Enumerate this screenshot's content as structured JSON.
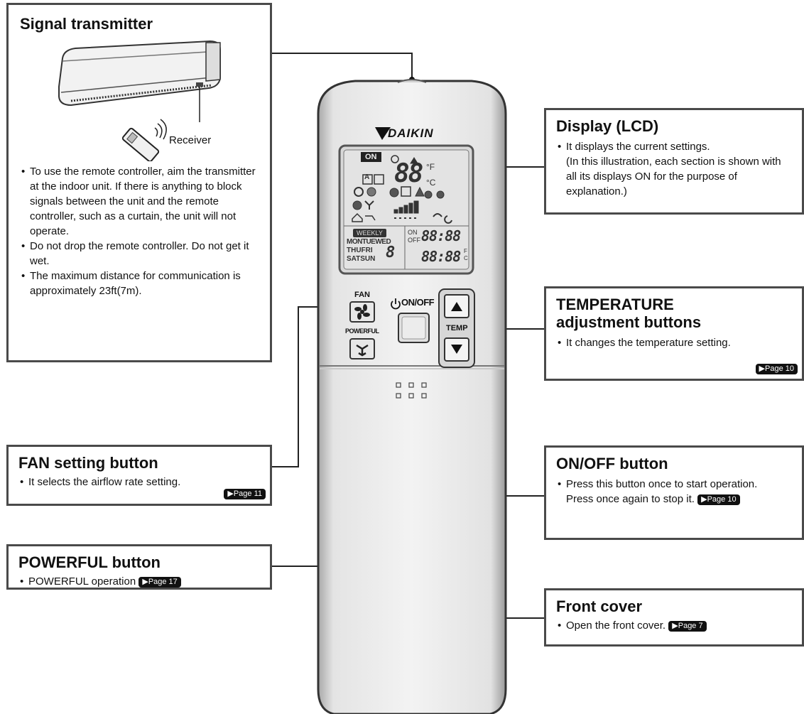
{
  "remote": {
    "brand": "DAIKIN",
    "lcd": {
      "on_tag": "ON",
      "temp": "88",
      "unit_f": "°F",
      "unit_c": "°C",
      "weekly": "WEEKLY",
      "days_row1": "MONTUEWED",
      "days_row2": "THUFRI",
      "days_row3": "SATSUN",
      "day_digit": "8",
      "on_small": "ON",
      "off_small": "OFF",
      "time1": "88:88",
      "time2": "88:88",
      "unit_f2": "F",
      "unit_c2": "C",
      "a_label": "A"
    },
    "fan_label": "FAN",
    "powerful_label": "POWERFUL",
    "onoff_label": "ON/OFF",
    "temp_label": "TEMP"
  },
  "signal_transmitter": {
    "title": "Signal transmitter",
    "receiver_label": "Receiver",
    "bullets": [
      "To use the remote controller, aim the transmitter at the indoor unit. If there is anything to block signals between the unit and the remote controller, such as a curtain, the unit will not operate.",
      "Do not drop the remote controller. Do not get it wet.",
      "The maximum distance for communication is approximately 23ft(7m)."
    ]
  },
  "display_lcd": {
    "title": "Display (LCD)",
    "line1": "It displays the current settings.",
    "line2": "(In this illustration, each section is shown with all its displays ON for the purpose of explanation.)"
  },
  "temperature_buttons": {
    "title_line1": "TEMPERATURE",
    "title_line2": "adjustment buttons",
    "bullet": "It changes the temperature setting.",
    "page": "Page 10"
  },
  "fan_button": {
    "title": "FAN setting button",
    "bullet": "It selects the airflow rate setting.",
    "page": "Page 11"
  },
  "onoff_button": {
    "title": "ON/OFF button",
    "line1": "Press this button once to start operation.",
    "line2": "Press once again to stop it.",
    "page": "Page 10"
  },
  "powerful_button": {
    "title": "POWERFUL button",
    "bullet": "POWERFUL operation",
    "page": "Page 17"
  },
  "front_cover": {
    "title": "Front cover",
    "bullet": "Open the front cover.",
    "page": "Page 7"
  }
}
